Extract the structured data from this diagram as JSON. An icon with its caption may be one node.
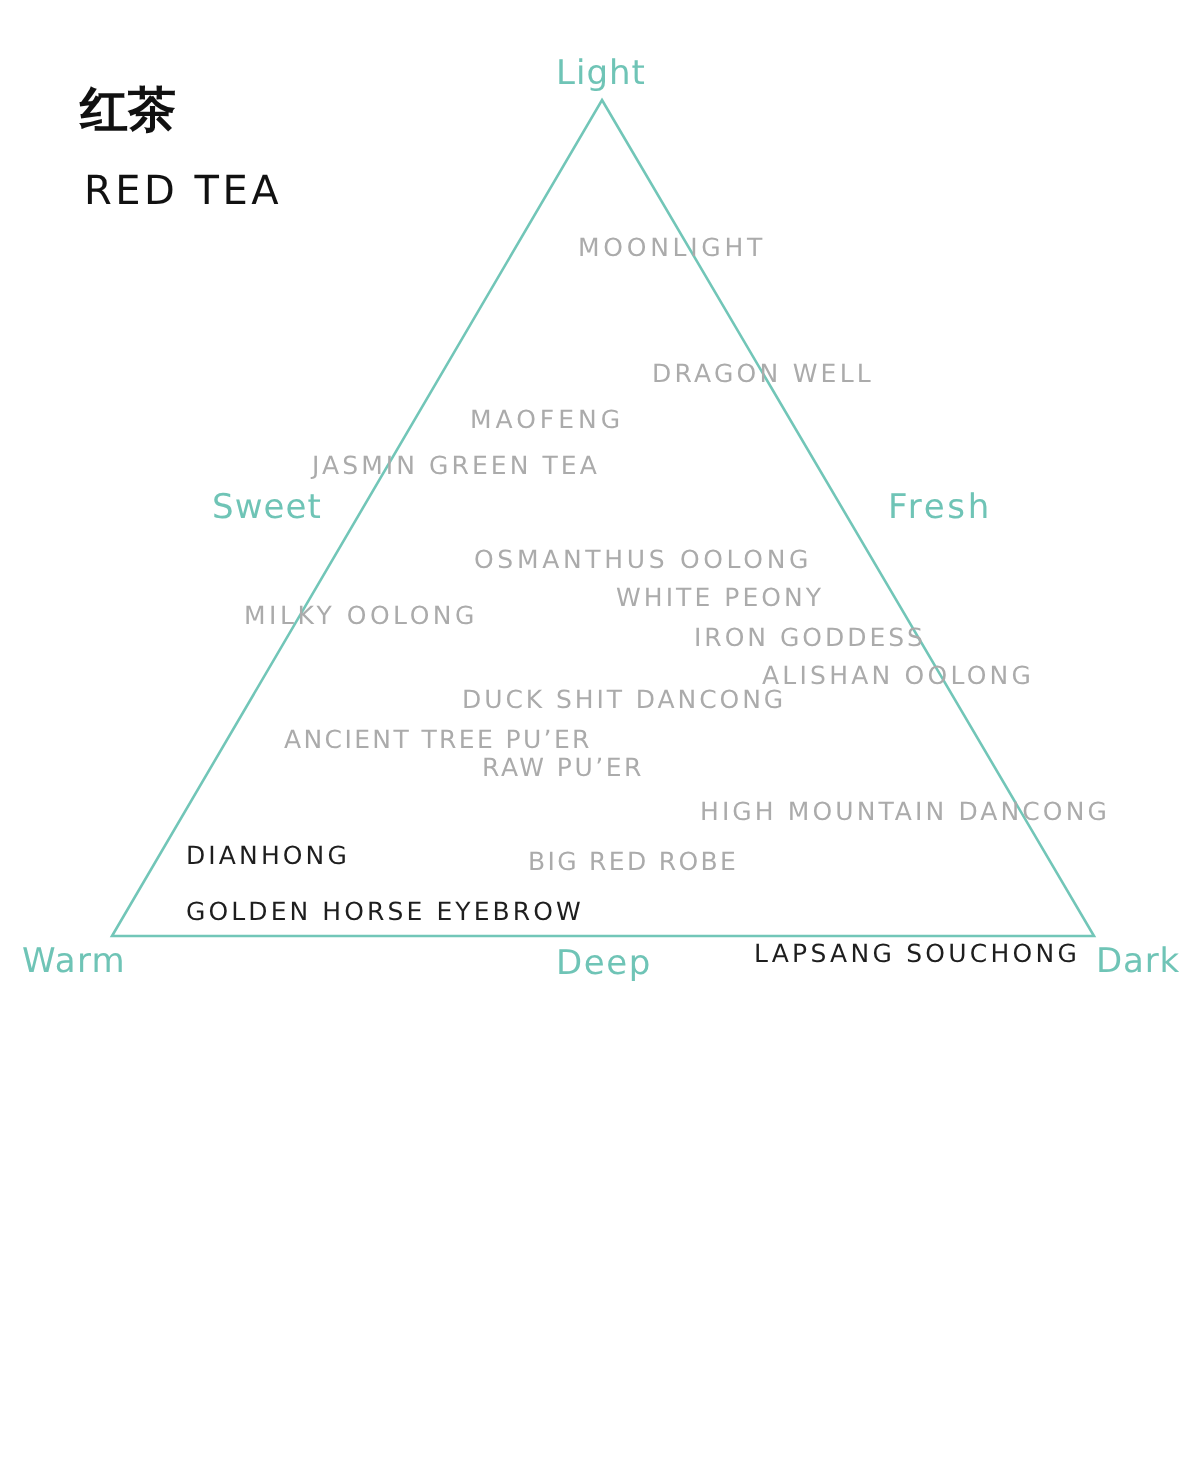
{
  "diagram": {
    "title": "红茶",
    "labels": [
      "RED TEA",
      "Light",
      "MOONLIGHT",
      "DRAGON WELL",
      "MAOFENG",
      "JASMIN GREEN TEA",
      "Sweet",
      "Fresh",
      "OSMANTHUS OOLONG",
      "WHITE PEONY",
      "MILKY OOLONG",
      "IRON GODDESS",
      "ALISHAN OOLONG",
      "DUCK SHIT DANCONG",
      "ANCIENT TREE PU’ER",
      "RAW PU’ER",
      "HIGH MOUNTAIN DANCONG",
      "DIANHONG",
      "BIG RED ROBE",
      "GOLDEN HORSE EYEBROW",
      "LAPSANG SOUCHONG",
      "Warm",
      "Deep",
      "Dark"
    ]
  }
}
